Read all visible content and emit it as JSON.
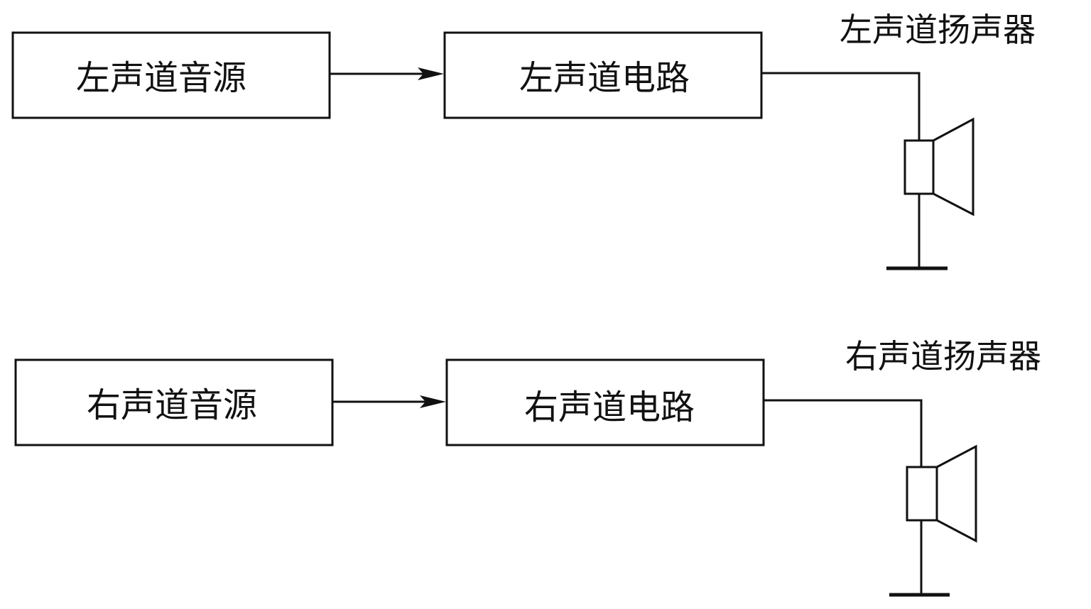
{
  "left_channel": {
    "source_label": "左声道音源",
    "circuit_label": "左声道电路",
    "speaker_label": "左声道扬声器"
  },
  "right_channel": {
    "source_label": "右声道音源",
    "circuit_label": "右声道电路",
    "speaker_label": "右声道扬声器"
  }
}
